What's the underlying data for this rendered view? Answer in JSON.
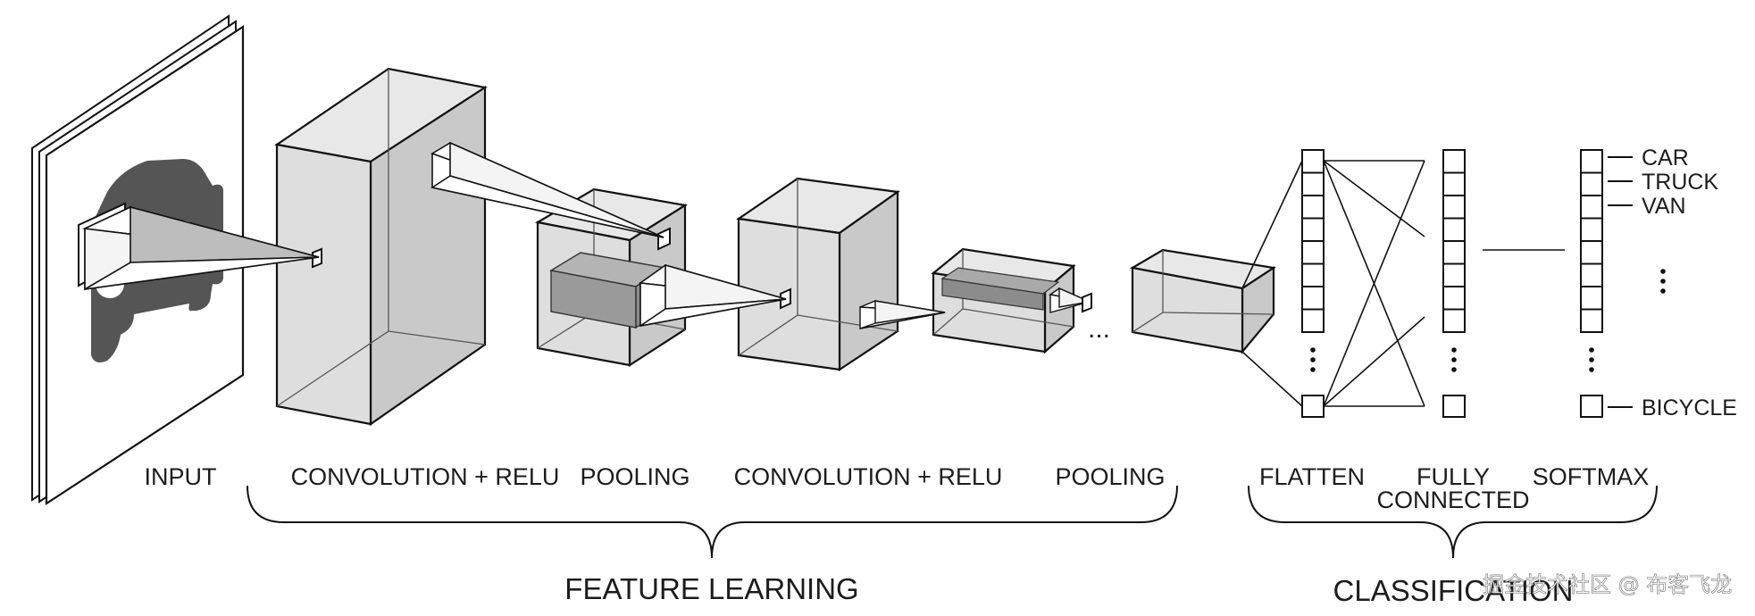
{
  "stages": {
    "input": "INPUT",
    "conv1": "CONVOLUTION + RELU",
    "pool1": "POOLING",
    "conv2": "CONVOLUTION + RELU",
    "pool2": "POOLING",
    "flatten": "FLATTEN",
    "fc_line1": "FULLY",
    "fc_line2": "CONNECTED",
    "softmax": "SOFTMAX"
  },
  "groups": {
    "feature_learning": "FEATURE LEARNING",
    "classification": "CLASSIFICATION"
  },
  "classes": [
    "CAR",
    "TRUCK",
    "VAN",
    "BICYCLE"
  ],
  "ellipsis": "...",
  "watermark": "掘金技术社区 @ 布客飞龙",
  "colors": {
    "face_front": "#dedede",
    "face_top": "#e8e8e8",
    "face_side": "#c9c9c9",
    "highlight": "#9a9a9a",
    "ink": "#111111",
    "car_icon": "#555555"
  }
}
